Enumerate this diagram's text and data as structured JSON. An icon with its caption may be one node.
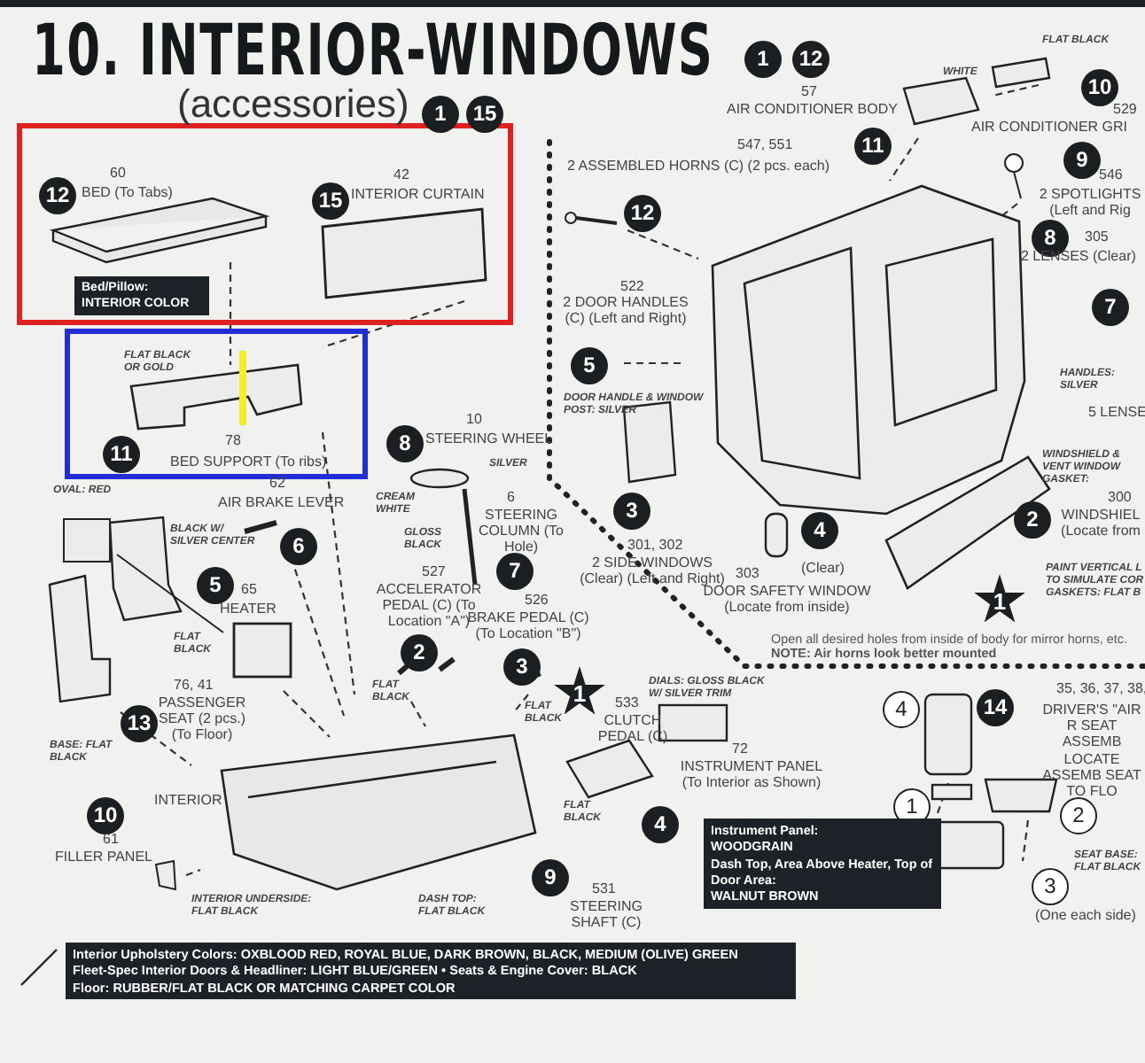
{
  "diagram": {
    "title": "10. INTERIOR-WINDOWS",
    "nodes": [
      {
        "text": [
          "Bed/Pillow:",
          "INTERIOR COLOR"
        ]
      },
      {
        "text": [
          "Instrument Panel:",
          "WOODGRAIN",
          "Dash Top, Area Above Heater, Top of Door Area:",
          "WALNUT BROWN"
        ]
      },
      {
        "text": [
          "Interior Upholstery Colors: OXBLOOD RED, ROYAL BLUE, DARK BROWN, BLACK, MEDIUM (OLIVE) GREEN",
          "Fleet-Spec Interior Doors & Headliner: LIGHT BLUE/GREEN • Seats & Engine Cover: BLACK",
          "Floor: RUBBER/FLAT BLACK OR MATCHING CARPET COLOR"
        ]
      }
    ],
    "labels": [
      "1",
      "12",
      "(accessories)",
      "1",
      "15",
      "FLAT BLACK",
      "WHITE",
      "10",
      "57",
      "AIR CONDITIONER BODY",
      "529",
      "AIR CONDITIONER GRI",
      "11",
      "9",
      "547, 551",
      "2 ASSEMBLED HORNS (C) (2 pcs. each)",
      "12",
      "546",
      "2 SPOTLIGHTS (Left and Rig",
      "8",
      "305",
      "2 LENSES (Clear)",
      "60",
      "BED (To Tabs)",
      "12",
      "42",
      "INTERIOR CURTAIN",
      "15",
      "7",
      "522",
      "2 DOOR HANDLES (C) (Left and Right)",
      "5",
      "DOOR HANDLE & WINDOW POST: SILVER",
      "HANDLES: SILVER",
      "5 LENSE",
      "FLAT BLACK OR GOLD",
      "WINDSHIELD & VENT WINDOW GASKET:",
      "8",
      "10",
      "STEERING WHEEL",
      "11",
      "78",
      "BED SUPPORT (To ribs)",
      "SILVER",
      "62",
      "AIR BRAKE LEVER",
      "OVAL: RED",
      "CREAM WHITE",
      "6",
      "STEERING COLUMN (To Hole)",
      "3",
      "2",
      "300",
      "WINDSHIEL (Locate from",
      "BLACK W/ SILVER CENTER",
      "GLOSS BLACK",
      "6",
      "301, 302",
      "2 SIDE WINDOWS (Clear) (Left and Right)",
      "4",
      "(Clear)",
      "PAINT VERTICAL L TO SIMULATE COR GASKETS: FLAT B",
      "5",
      "65",
      "HEATER",
      "7",
      "527",
      "ACCELERATOR PEDAL (C) (To Location \"A\")",
      "526",
      "BRAKE PEDAL (C) (To Location \"B\")",
      "303",
      "DOOR SAFETY WINDOW (Locate from inside)",
      "1",
      "Open all desired holes from inside of body for mirror horns, etc. **NOTE: Air horns look better mounted**",
      "FLAT BLACK",
      "2",
      "3",
      "1",
      "DIALS: GLOSS BLACK W/ SILVER TRIM",
      "76, 41",
      "PASSENGER SEAT (2 pcs.) (To Floor)",
      "FLAT BLACK",
      "FLAT BLACK",
      "35, 36, 37, 38,",
      "DRIVER'S \"AIR R SEAT ASSEMB LOCATE ASSEMB SEAT TO FLO",
      "533",
      "CLUTCH PEDAL (C)",
      "13",
      "4",
      "14",
      "BASE: FLAT BLACK",
      "72",
      "INSTRUMENT PANEL (To Interior as Shown)",
      "FLAT BLACK",
      "INTERIOR",
      "10",
      "61",
      "FILLER PANEL",
      "1",
      "2",
      "4",
      "SEAT BASE: FLAT BLACK",
      "9",
      "3",
      "531",
      "STEERING SHAFT (C)",
      "INTERIOR UNDERSIDE: FLAT BLACK",
      "DASH TOP: FLAT BLACK",
      "(One each side)"
    ]
  }
}
